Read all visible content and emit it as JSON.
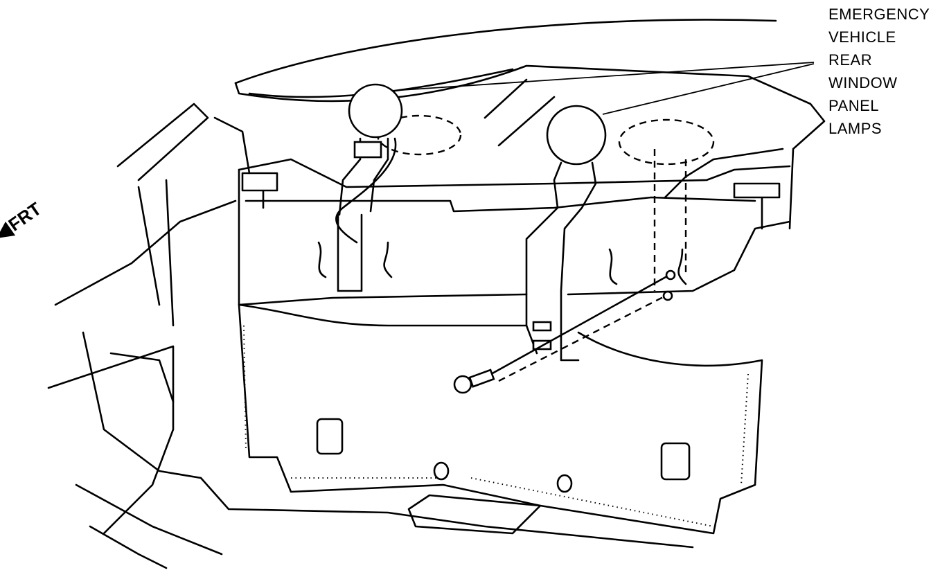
{
  "diagram": {
    "callout_lines": [
      "EMERGENCY",
      "VEHICLE",
      "REAR",
      "WINDOW",
      "PANEL",
      "LAMPS"
    ],
    "direction_label": "FRT",
    "direction_arrow_icon": "arrow-left-icon"
  }
}
